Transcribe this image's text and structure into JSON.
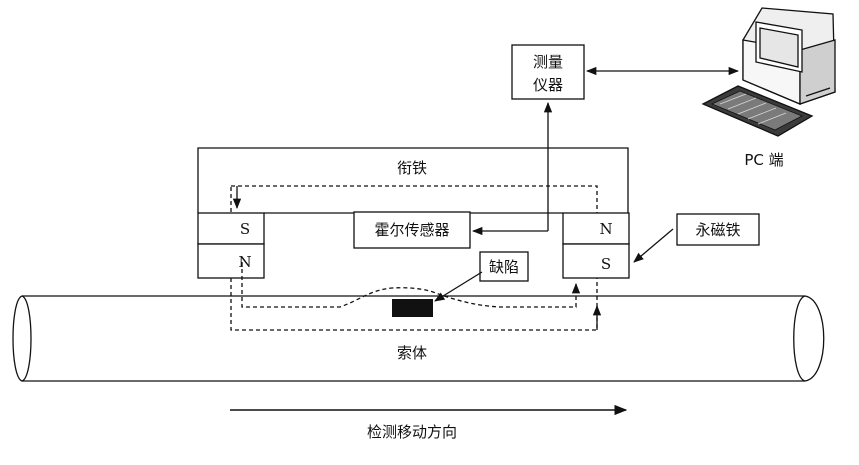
{
  "labels": {
    "instrument_line1": "测量",
    "instrument_line2": "仪器",
    "pc": "PC 端",
    "armature": "衔铁",
    "hall_sensor": "霍尔传感器",
    "permanent_magnet": "永磁铁",
    "defect": "缺陷",
    "cable": "索体",
    "direction": "检测移动方向"
  },
  "poles": {
    "left_top": "S",
    "left_bottom": "N",
    "right_top": "N",
    "right_bottom": "S"
  },
  "colors": {
    "line": "#111111",
    "defect_fill": "#111111",
    "background": "#ffffff"
  },
  "icons": {
    "pc": "desktop-computer-icon"
  }
}
